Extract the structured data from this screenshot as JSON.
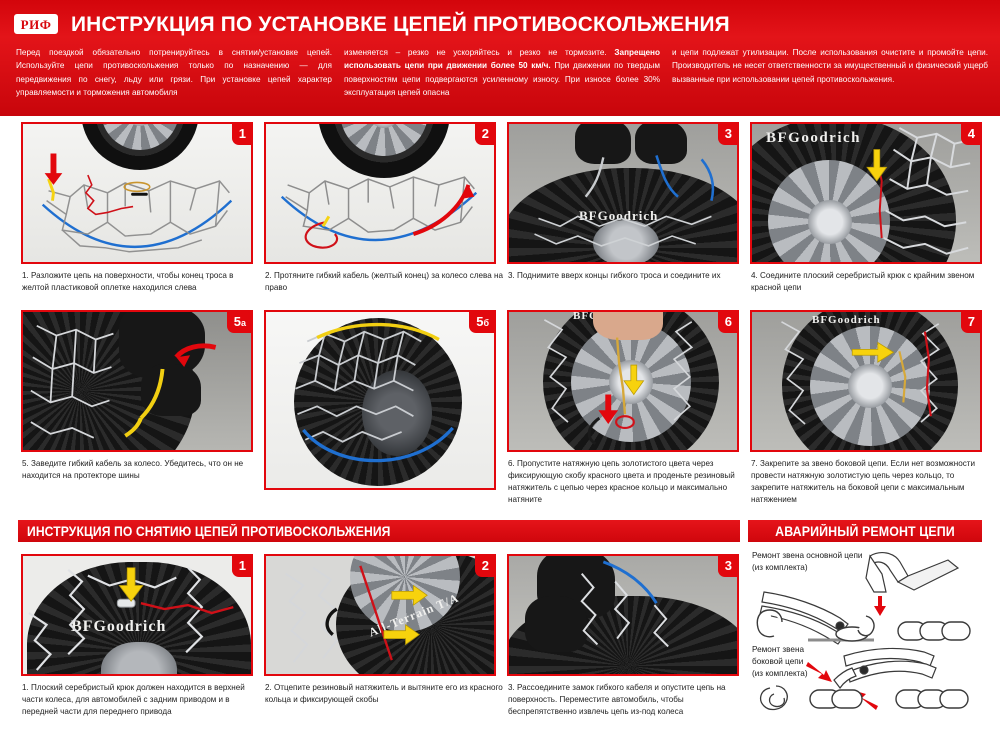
{
  "header": {
    "logo_text": "РИФ",
    "title": "ИНСТРУКЦИЯ ПО УСТАНОВКЕ ЦЕПЕЙ ПРОТИВОСКОЛЬЖЕНИЯ",
    "accent_color": "#e2070d",
    "intro_columns": [
      {
        "parts": [
          {
            "text": "Перед поездкой обязательно потренируйтесь в снятии/установке цепей. Используйте цепи противоскольжения только по назначению — для передвижения по снегу, льду или грязи. При установке цепей характер управляемости и торможения автомобиля",
            "bold": false
          }
        ]
      },
      {
        "parts": [
          {
            "text": "изменяется – резко не ускоряйтесь и резко не тормозите. ",
            "bold": false
          },
          {
            "text": "Запрещено использовать цепи при движении более 50 км/ч.",
            "bold": true
          },
          {
            "text": " При движении по твердым поверхностям цепи подвергаются усиленному износу. При износе более 30% эксплуатация цепей опасна",
            "bold": false
          }
        ]
      },
      {
        "parts": [
          {
            "text": "и цепи подлежат утилизации. После использования очистите и промойте цепи. Производитель не несет ответственности за имущественный и физический ущерб вызванные при использовании цепей противоскольжения.",
            "bold": false
          }
        ]
      }
    ]
  },
  "install_steps_row1": [
    {
      "badge": "1",
      "badge_sub": "",
      "caption": "1. Разложите цепь на поверхности, чтобы конец троса в желтой пластиковой оплетке находился слева"
    },
    {
      "badge": "2",
      "badge_sub": "",
      "caption": "2. Протяните гибкий кабель (желтый конец) за колесо слева на право"
    },
    {
      "badge": "3",
      "badge_sub": "",
      "caption": "3. Поднимите вверх концы гибкого троса и соедините их"
    },
    {
      "badge": "4",
      "badge_sub": "",
      "caption": "4. Соедините плоский серебристый крюк с крайним звеном красной цепи"
    }
  ],
  "install_steps_row2": [
    {
      "badge": "5",
      "badge_sub": "а",
      "caption": "5. Заведите гибкий кабель за колесо. Убедитесь, что он не находится на протекторе шины"
    },
    {
      "badge": "5",
      "badge_sub": "б",
      "caption": ""
    },
    {
      "badge": "6",
      "badge_sub": "",
      "caption": "6. Пропустите натяжную цепь золотистого цвета через фиксирующую скобу красного цвета и проденьте резиновый натяжитель с цепью через красное кольцо и максимально натяните"
    },
    {
      "badge": "7",
      "badge_sub": "",
      "caption": "7. Закрепите за звено боковой цепи. Если нет возможности провести натяжную золотистую цепь через кольцо, то закрепите натяжитель на боковой цепи с максимальным натяжением"
    }
  ],
  "removal_section": {
    "title": "ИНСТРУКЦИЯ ПО СНЯТИЮ ЦЕПЕЙ ПРОТИВОСКОЛЬЖЕНИЯ",
    "steps": [
      {
        "badge": "1",
        "caption": "1. Плоский серебристый крюк должен находится в верхней части колеса, для автомобилей с задним приводом и в передней части для переднего привода"
      },
      {
        "badge": "2",
        "caption": "2. Отцепите резиновый натяжитель и вытяните его из красного кольца и фиксирующей скобы"
      },
      {
        "badge": "3",
        "caption": "3. Рассоедините замок гибкого кабеля и опустите цепь на поверхность. Переместите автомобиль, чтобы беспрепятственно извлечь цепь из-под колеса"
      }
    ]
  },
  "repair_section": {
    "title": "АВАРИЙНЫЙ РЕМОНТ ЦЕПИ",
    "label_main": "Ремонт звена основной цепи\n(из комплекта)",
    "label_main_line1": "Ремонт звена основной цепи",
    "label_main_line2": "(из комплекта)",
    "label_side_line1": "Ремонт звена",
    "label_side_line2": "боковой цепи",
    "label_side_line3": "(из комплекта)",
    "tool_hammer": "hammer-icon",
    "tool_pliers": "pliers-icon"
  },
  "tire_brand": "BFGoodrich",
  "tire_sidewall": "All-Terrain T/A"
}
